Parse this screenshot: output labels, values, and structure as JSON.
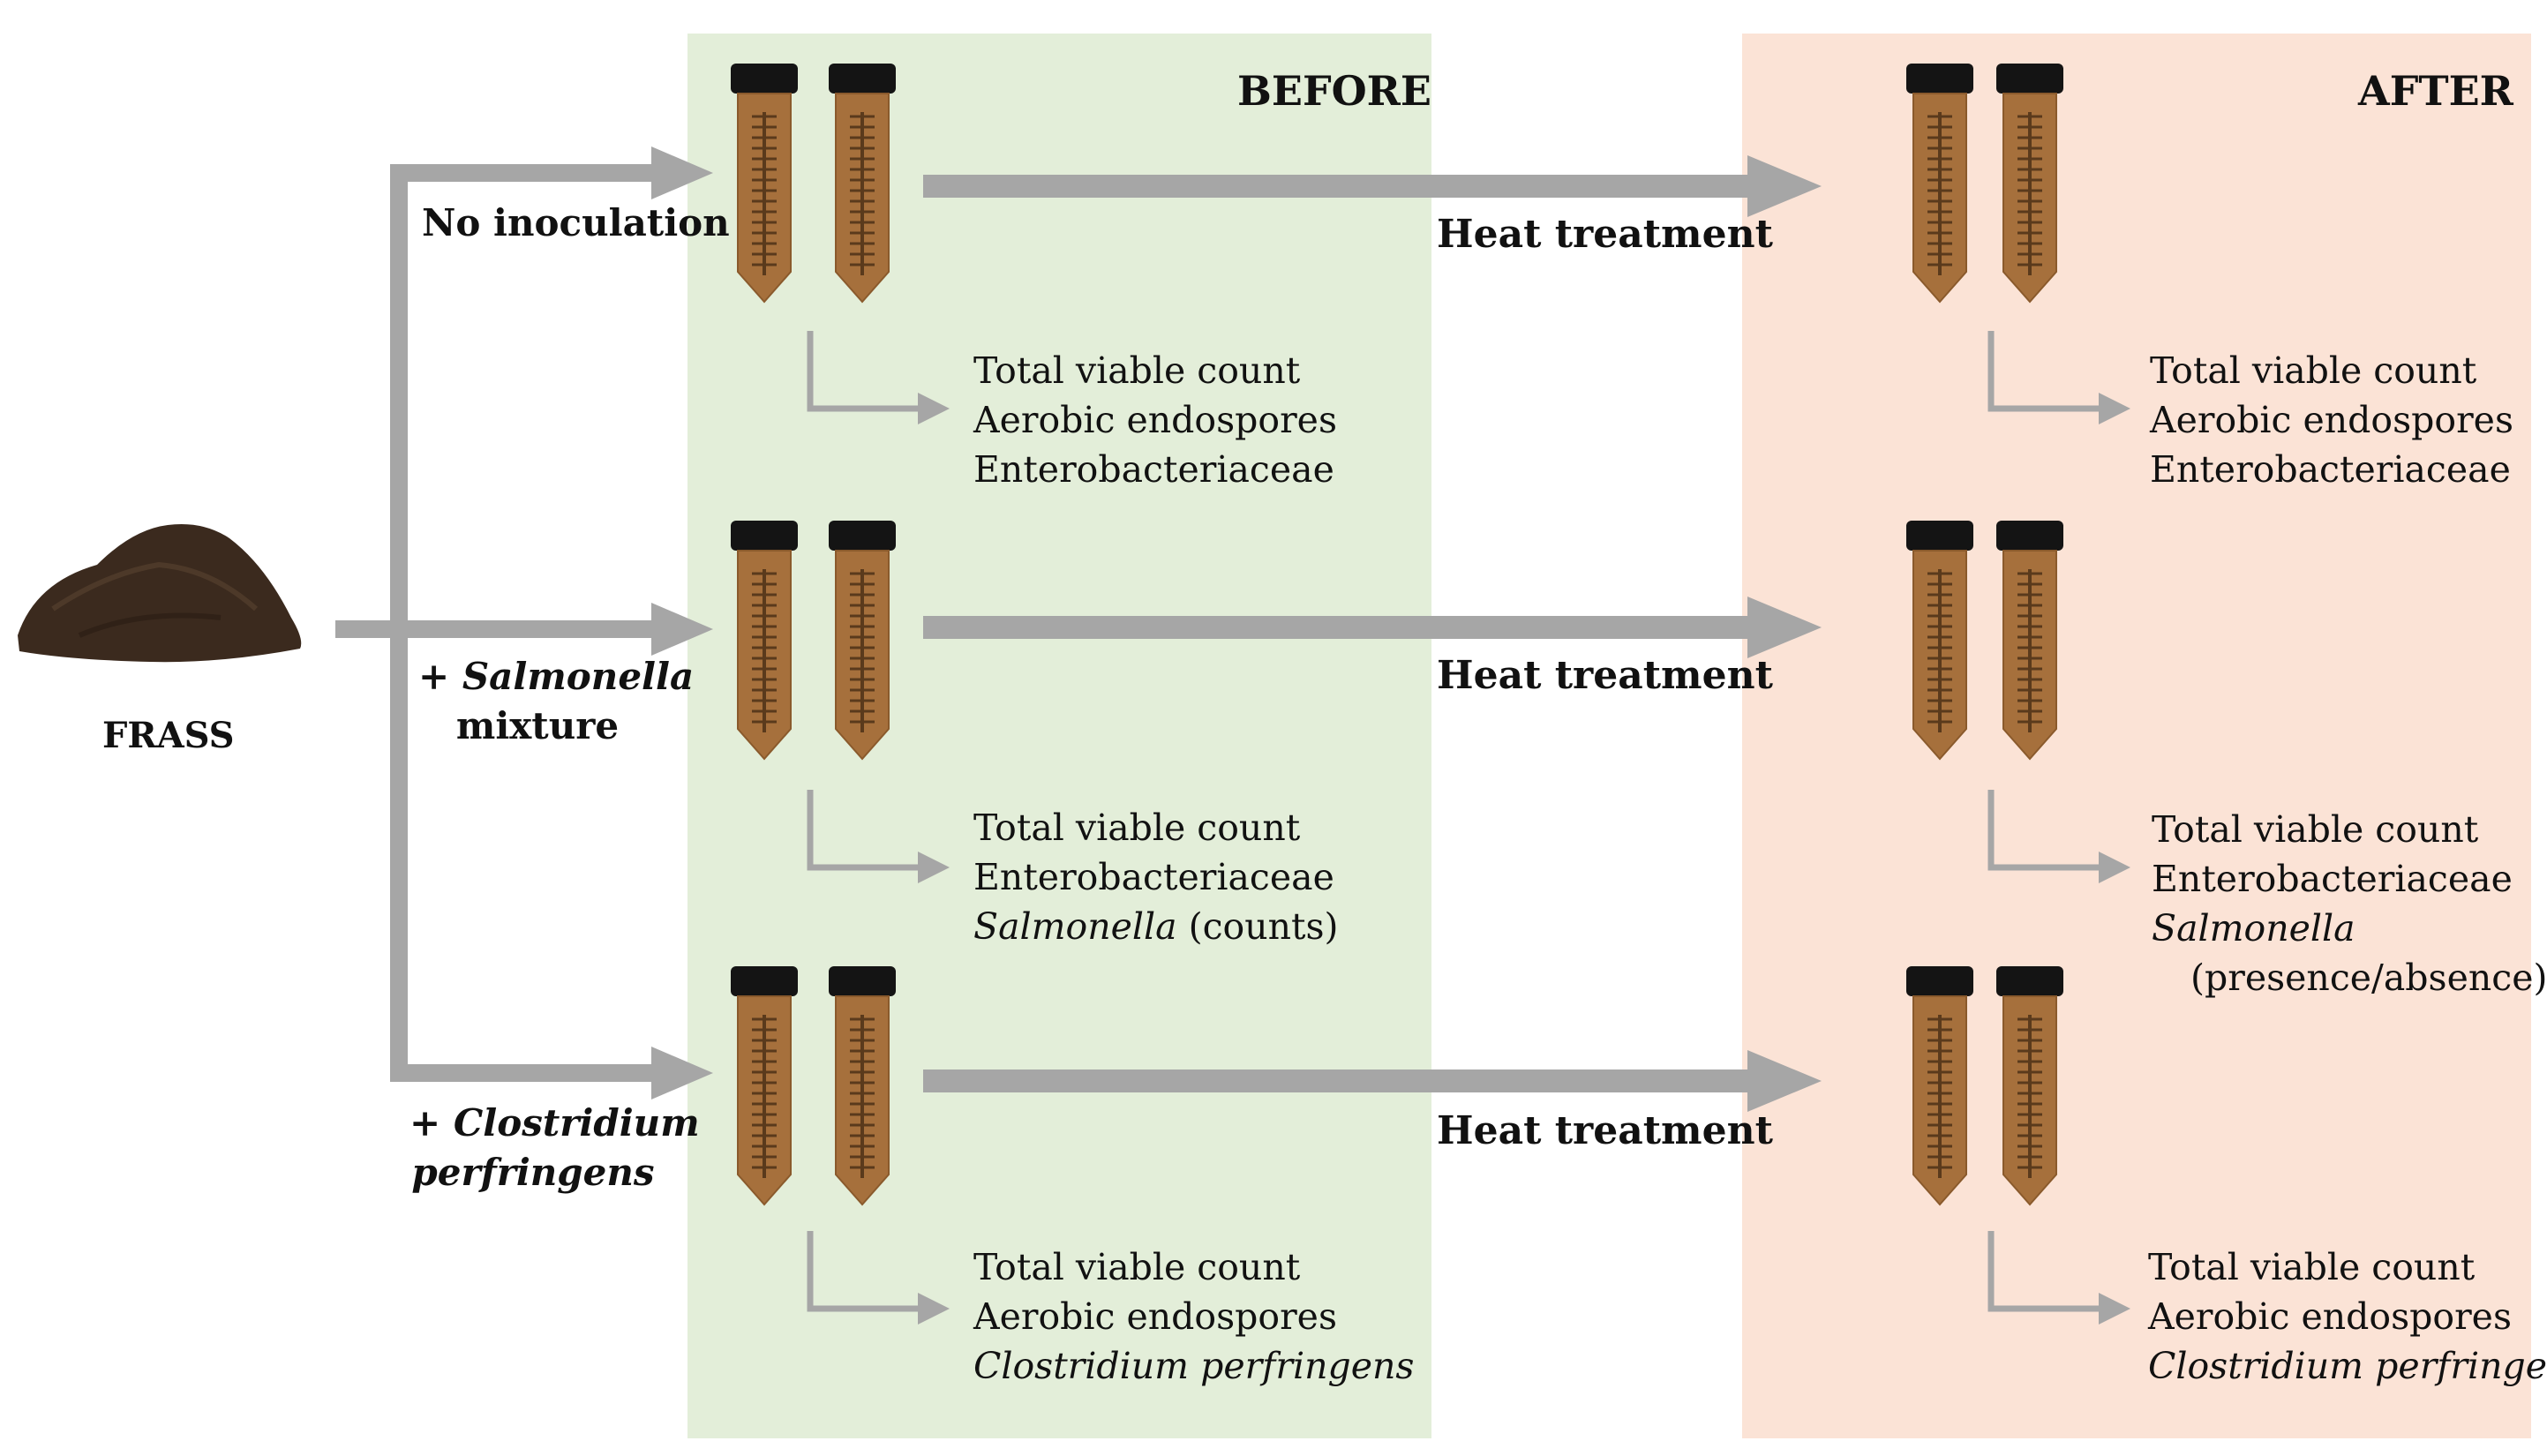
{
  "frass_label": "FRASS",
  "before_header": "BEFORE",
  "after_header": "AFTER",
  "heat_label": "Heat treatment",
  "rows": [
    {
      "label_line1_prefix": "",
      "label_line1_italic": "",
      "label_line1_plain": "No inoculation",
      "label_line2_italic": "",
      "label_line2_plain": "",
      "before_tests": [
        {
          "text": "Total viable count",
          "italic": false
        },
        {
          "text": "Aerobic endospores",
          "italic": false
        },
        {
          "text": "Enterobacteriaceae",
          "italic": false
        }
      ],
      "after_tests": [
        {
          "text": "Total viable count",
          "italic": false
        },
        {
          "text": "Aerobic endospores",
          "italic": false
        },
        {
          "text": "Enterobacteriaceae",
          "italic": false
        }
      ]
    },
    {
      "label_line1_prefix": "+ ",
      "label_line1_italic": "Salmonella",
      "label_line1_plain": "",
      "label_line2_italic": "",
      "label_line2_plain": "mixture",
      "before_tests": [
        {
          "text": "Total viable count",
          "italic": false
        },
        {
          "text": "Enterobacteriaceae",
          "italic": false
        },
        {
          "text": "Salmonella",
          "italic": true,
          "suffix": " (counts)"
        }
      ],
      "after_tests": [
        {
          "text": "Total viable count",
          "italic": false
        },
        {
          "text": "Enterobacteriaceae",
          "italic": false
        },
        {
          "text": "Salmonella",
          "italic": true
        },
        {
          "text": "(presence/absence)",
          "italic": false,
          "indent": true
        }
      ]
    },
    {
      "label_line1_prefix": "+ ",
      "label_line1_italic": "Clostridium",
      "label_line1_plain": "",
      "label_line2_italic": "perfringens",
      "label_line2_plain": "",
      "before_tests": [
        {
          "text": "Total viable count",
          "italic": false
        },
        {
          "text": "Aerobic endospores",
          "italic": false
        },
        {
          "text": "Clostridium perfringens",
          "italic": true
        }
      ],
      "after_tests": [
        {
          "text": "Total viable count",
          "italic": false
        },
        {
          "text": "Aerobic endospores",
          "italic": false
        },
        {
          "text": "Clostridium perfringens",
          "italic": true
        }
      ]
    }
  ],
  "colors": {
    "before_panel": "#e3eed9",
    "after_panel": "#fbe3d6",
    "arrow": "#a6a6a6",
    "tube_body": "#a6703c",
    "tube_cap": "#141414",
    "frass": "#3b2a1e"
  }
}
